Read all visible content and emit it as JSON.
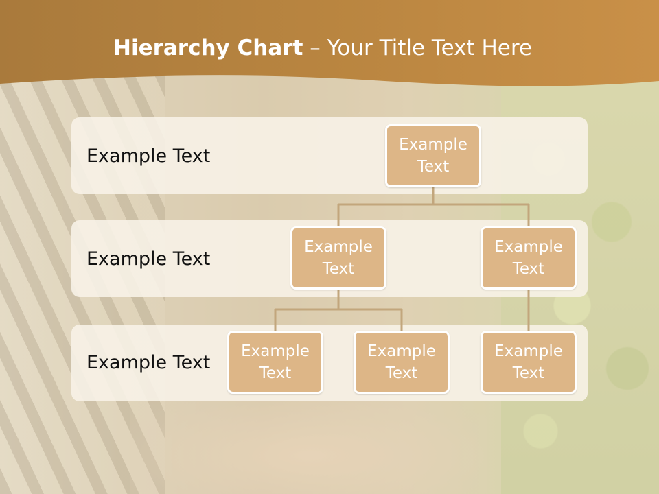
{
  "slide": {
    "title_bold": "Hierarchy Chart",
    "title_rest": " – Your Title Text Here"
  },
  "rows": [
    {
      "label": "Example Text"
    },
    {
      "label": "Example Text"
    },
    {
      "label": "Example Text"
    }
  ],
  "nodes": {
    "root": "Example Text",
    "l2_left": "Example Text",
    "l2_right": "Example Text",
    "l3_a": "Example Text",
    "l3_b": "Example Text",
    "l3_c": "Example Text"
  },
  "colors": {
    "banner": "#b07e3c",
    "node_fill": "#ddb687",
    "connector": "#c2a67c"
  }
}
